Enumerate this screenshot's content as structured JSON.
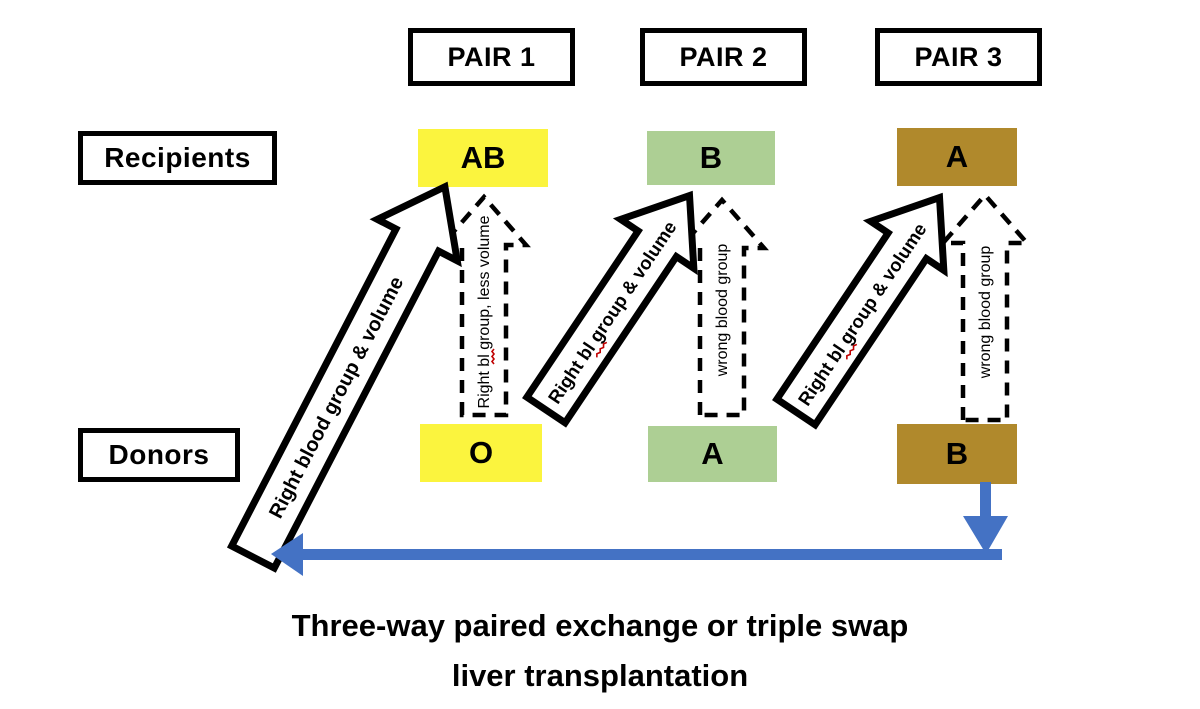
{
  "pairs": [
    {
      "label": "PAIR 1"
    },
    {
      "label": "PAIR 2"
    },
    {
      "label": "PAIR 3"
    }
  ],
  "row_labels": {
    "recipients": "Recipients",
    "donors": "Donors"
  },
  "recipients": [
    {
      "blood_group": "AB",
      "color": "#FBF43E"
    },
    {
      "blood_group": "B",
      "color": "#ADCF94"
    },
    {
      "blood_group": "A",
      "color": "#B0892C"
    }
  ],
  "donors": [
    {
      "blood_group": "O",
      "color": "#FBF43E"
    },
    {
      "blood_group": "A",
      "color": "#ADCF94"
    },
    {
      "blood_group": "B",
      "color": "#B0892C"
    }
  ],
  "solid_arrows": [
    {
      "label": "Right blood group & volume"
    },
    {
      "label": "Right bl group & volume"
    },
    {
      "label": "Right bl group & volume"
    }
  ],
  "dashed_arrows": [
    {
      "label": "Right bl group, less volume"
    },
    {
      "label": "wrong blood group"
    },
    {
      "label": "wrong blood group"
    }
  ],
  "caption": {
    "line1": "Three-way paired exchange or triple swap",
    "line2": "liver transplantation"
  },
  "colors": {
    "return_arrow_blue": "#4472C4",
    "spellcheck_red": "#C00000",
    "outline_black": "#000000"
  }
}
